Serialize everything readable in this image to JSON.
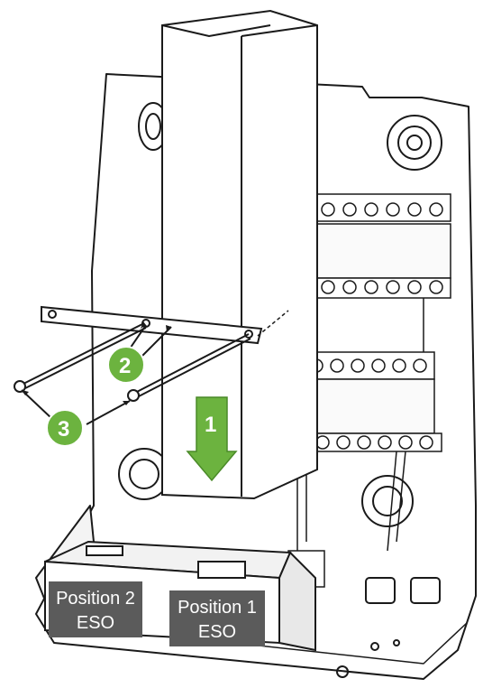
{
  "callouts": {
    "step1": "1",
    "step2": "2",
    "step3": "3"
  },
  "labels": {
    "position2_line1": "Position 2",
    "position2_line2": "ESO",
    "position1_line1": "Position 1",
    "position1_line2": "ESO"
  },
  "colors": {
    "accent_green": "#6cb33f",
    "label_box": "#5b5b5b",
    "line": "#1a1a1a"
  }
}
